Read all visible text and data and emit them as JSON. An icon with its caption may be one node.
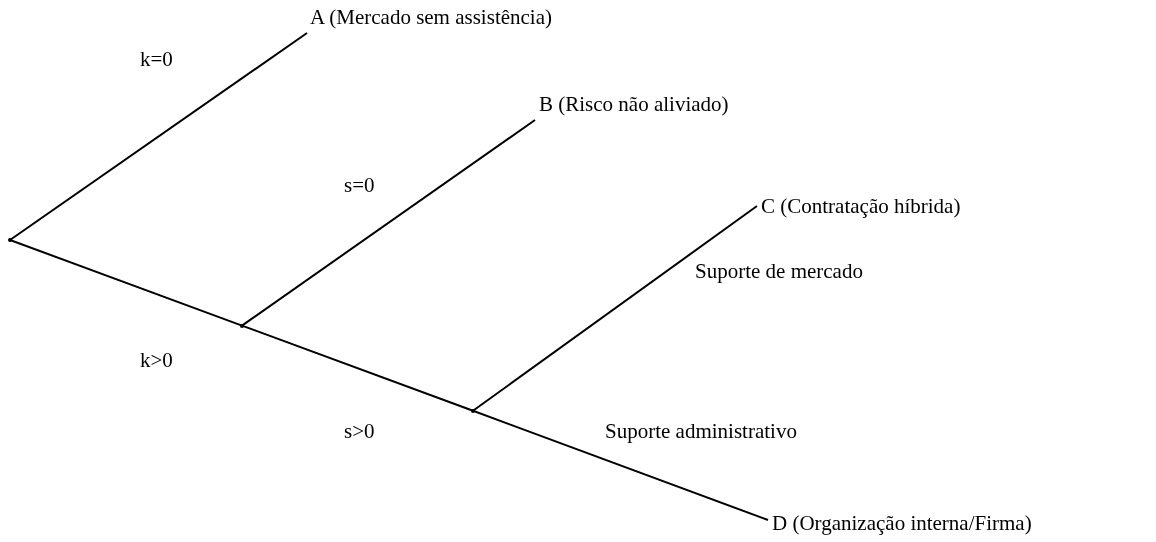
{
  "diagram": {
    "nodes": [
      {
        "text": [
          "A (Mercado sem assistência)"
        ]
      },
      {
        "text": [
          "B (Risco não aliviado)"
        ]
      },
      {
        "text": [
          "C (Contratação híbrida)"
        ]
      },
      {
        "text": [
          "D (Organização interna/Firma)"
        ]
      },
      {
        "text": [],
        "shape": "point"
      },
      {
        "text": [],
        "shape": "point"
      },
      {
        "text": [],
        "shape": "point"
      }
    ],
    "edges": [
      {
        "from": 4,
        "to": 0,
        "arrow": "none",
        "label": "k=0"
      },
      {
        "from": 4,
        "to": 5,
        "arrow": "none",
        "label": "k>0"
      },
      {
        "from": 5,
        "to": 1,
        "arrow": "none",
        "label": "s=0"
      },
      {
        "from": 5,
        "to": 6,
        "arrow": "none",
        "label": "s>0"
      },
      {
        "from": 6,
        "to": 2,
        "arrow": "none",
        "label": "Suporte de mercado"
      },
      {
        "from": 6,
        "to": 3,
        "arrow": "none",
        "label": "Suporte administrativo"
      }
    ]
  }
}
